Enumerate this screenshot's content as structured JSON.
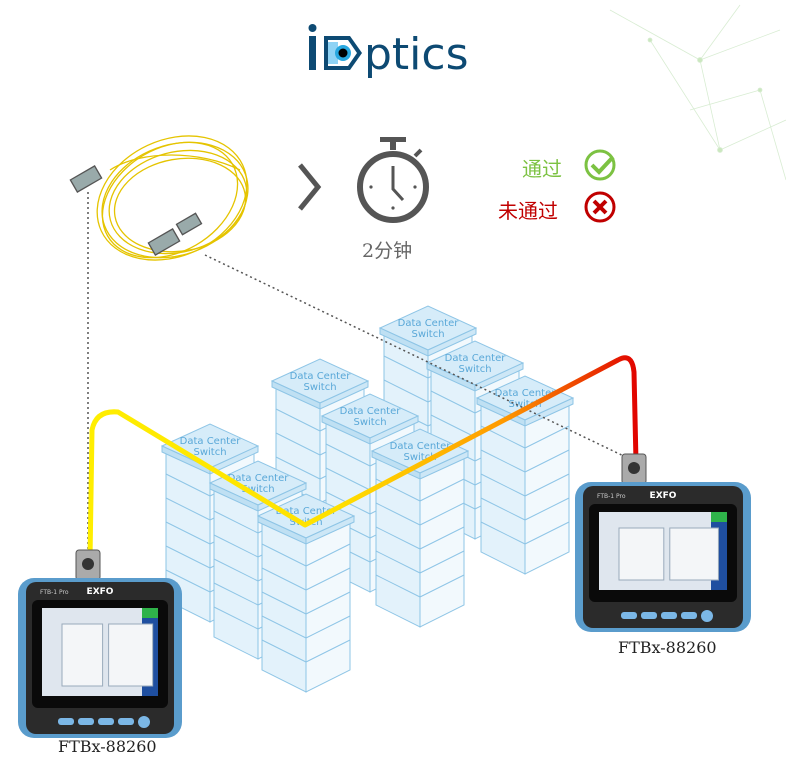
{
  "logo": {
    "text": "iDptics",
    "color": "#0d4a73",
    "accent": "#29a8e0"
  },
  "test_duration": "2分钟",
  "legend": {
    "pass_label": "通过",
    "pass_color": "#7cc242",
    "fail_label": "未通过",
    "fail_color": "#c00000"
  },
  "devices": [
    {
      "name": "FTBx-88260",
      "brand": "EXFO",
      "model_badge": "FTB-1 Pro"
    },
    {
      "name": "FTBx-88260",
      "brand": "EXFO",
      "model_badge": "FTB-1 Pro"
    }
  ],
  "switches": [
    {
      "label": "Data Center Switch"
    },
    {
      "label": "Data Center Switch"
    },
    {
      "label": "Data Center Switch"
    },
    {
      "label": "Data Center Switch"
    },
    {
      "label": "Data Center Switch"
    },
    {
      "label": "Data Center Switch"
    },
    {
      "label": "Data Center Switch"
    },
    {
      "label": "Data Center Switch"
    },
    {
      "label": "Data Center Switch"
    }
  ],
  "icons": [
    "fiber-cable-icon",
    "chevron-right-icon",
    "stopwatch-icon",
    "check-circle-icon",
    "x-circle-icon"
  ]
}
